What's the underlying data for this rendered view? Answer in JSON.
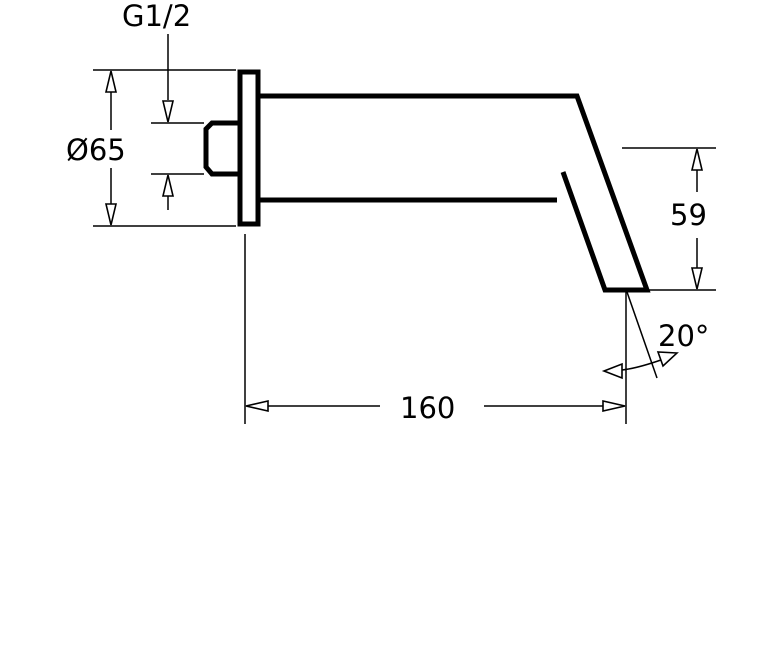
{
  "labels": {
    "thread": "G1/2",
    "diameter": "Ø65",
    "height": "59",
    "angle": "20°",
    "length": "160"
  }
}
